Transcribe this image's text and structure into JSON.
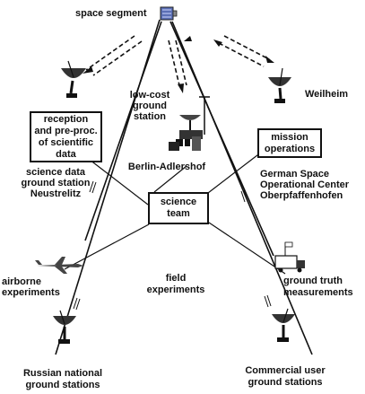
{
  "labels": {
    "space_segment": "space segment",
    "low_cost_l1": "low-cost",
    "low_cost_l2": "ground",
    "low_cost_l3": "station",
    "weilheim": "Weilheim",
    "berlin": "Berlin-Adlershof",
    "sci_gs_l1": "science data",
    "sci_gs_l2": "ground station",
    "sci_gs_l3": "Neustrelitz",
    "gsoc_l1": "German Space",
    "gsoc_l2": "Operational Center",
    "gsoc_l3": "Oberpfaffenhofen",
    "airborne_l1": "airborne",
    "airborne_l2": "experiments",
    "field_l1": "field",
    "field_l2": "experiments",
    "truth_l1": "ground truth",
    "truth_l2": "measurements",
    "russian_l1": "Russian national",
    "russian_l2": "ground stations",
    "commercial_l1": "Commercial user",
    "commercial_l2": "ground stations"
  },
  "boxes": {
    "reception_l1": "reception",
    "reception_l2": "and pre-proc.",
    "reception_l3": "of scientific",
    "reception_l4": "data",
    "mission_l1": "mission",
    "mission_l2": "operations",
    "science_l1": "science",
    "science_l2": "team"
  }
}
